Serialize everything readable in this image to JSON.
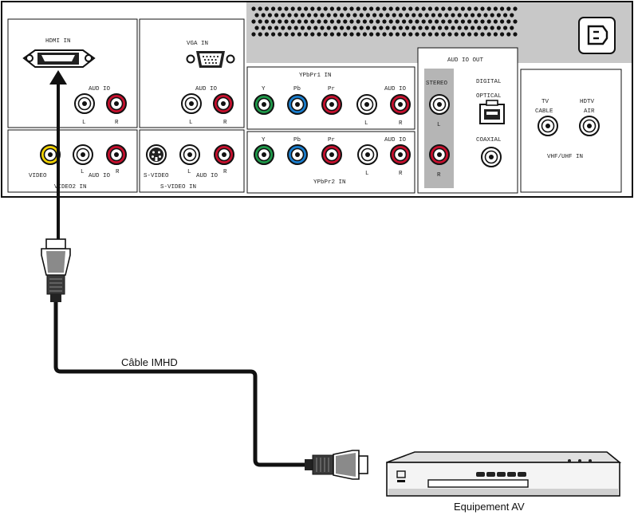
{
  "panel": {
    "hdmi_in": "HDMI IN",
    "vga_in": "VGA  IN",
    "audio_hdmi": "AUD IO",
    "audio_vga": "AUD IO",
    "l": "L",
    "r": "R",
    "ypbpr1_in": "YPbPr1 IN",
    "ypbpr2_in": "YPbPr2 IN",
    "y": "Y",
    "pb": "Pb",
    "pr": "Pr",
    "audio_ypbpr1": "AUD IO",
    "audio_ypbpr2": "AUD IO",
    "audio_out": "AUD IO OUT",
    "stereo": "STEREO",
    "digital": "DIGITAL",
    "optical": "OPTICAL",
    "coaxial": "COAXIAL",
    "tv": "TV",
    "cable": "CABLE",
    "hdtv": "HDTV",
    "air": "AIR",
    "vhf_uhf_in": "VHF/UHF IN",
    "video": "VIDEO",
    "audio_video2": "AUD IO",
    "video2_in": "VIDEO2 IN",
    "s_video": "S-VIDEO",
    "audio_svideo": "AUD IO",
    "s_video_in": "S-VIDEO IN"
  },
  "cable_label": "Câble IMHD",
  "device_label": "Equipement AV",
  "colors": {
    "red": "#c8102e",
    "green": "#1f9a4a",
    "blue": "#1a7fd0",
    "yellow": "#f2d200",
    "vent_gray": "#c8c8c8",
    "stereo_gray": "#b5b5b5"
  }
}
